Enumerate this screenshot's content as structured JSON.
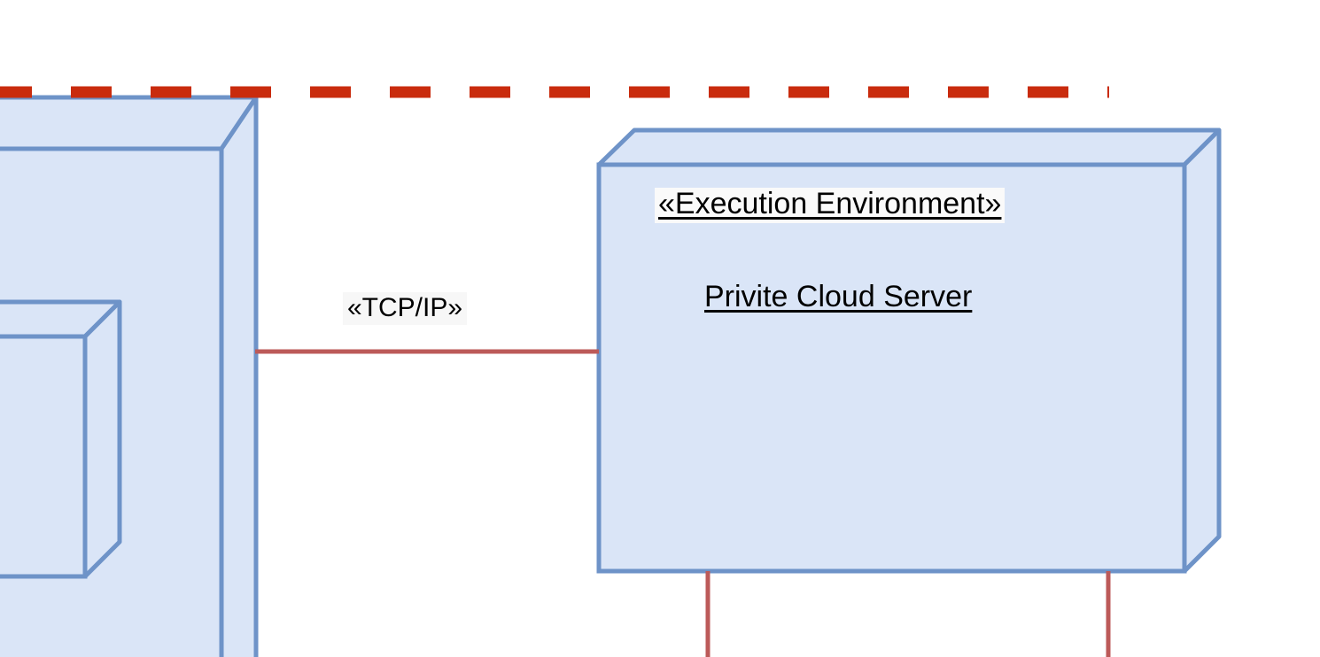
{
  "diagram": {
    "kind": "uml-deployment-diagram",
    "background_color": "#ffffff",
    "node_fill": "#dae5f7",
    "node_stroke": "#6e93c8",
    "connector_color": "#bc5a59",
    "boundary_color": "#c92b0d",
    "text_color": "#000000",
    "label_bg": "#fafafa"
  },
  "nodes": {
    "private_cloud_server": {
      "stereotype": "«Execution Environment»",
      "name": "Privite Cloud Server"
    },
    "left_node": {
      "stereotype": "",
      "name": ""
    },
    "left_inner_node": {
      "stereotype": "",
      "name": ""
    }
  },
  "connections": {
    "tcp_ip_path": {
      "stereotype": "«TCP/IP»"
    },
    "bottom_left_link": {
      "label": ""
    },
    "bottom_right_link": {
      "label": ""
    }
  },
  "boundary": {
    "label": "",
    "style": "dashed"
  }
}
